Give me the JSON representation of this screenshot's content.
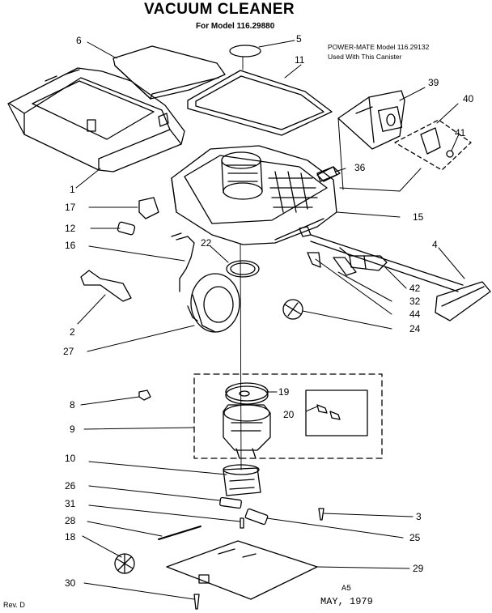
{
  "header": {
    "title": "VACUUM CLEANER",
    "model_line": "For Model 116.29880",
    "powermate_line1": "POWER-MATE Model 116.29132",
    "powermate_line2": "Used With This Canister"
  },
  "footer": {
    "rev": "Rev. D",
    "code": "A5",
    "date": "MAY, 1979"
  },
  "callouts": [
    {
      "key": "p6",
      "label": "6"
    },
    {
      "key": "p5",
      "label": "5"
    },
    {
      "key": "p11",
      "label": "11"
    },
    {
      "key": "p39",
      "label": "39"
    },
    {
      "key": "p40",
      "label": "40"
    },
    {
      "key": "p41",
      "label": "41"
    },
    {
      "key": "p1",
      "label": "1"
    },
    {
      "key": "p36",
      "label": "36"
    },
    {
      "key": "p17",
      "label": "17"
    },
    {
      "key": "p15",
      "label": "15"
    },
    {
      "key": "p12",
      "label": "12"
    },
    {
      "key": "p16",
      "label": "16"
    },
    {
      "key": "p22",
      "label": "22"
    },
    {
      "key": "p4",
      "label": "4"
    },
    {
      "key": "p42",
      "label": "42"
    },
    {
      "key": "p32",
      "label": "32"
    },
    {
      "key": "p44",
      "label": "44"
    },
    {
      "key": "p24",
      "label": "24"
    },
    {
      "key": "p2",
      "label": "2"
    },
    {
      "key": "p27",
      "label": "27"
    },
    {
      "key": "p8",
      "label": "8"
    },
    {
      "key": "p19",
      "label": "19"
    },
    {
      "key": "p20",
      "label": "20"
    },
    {
      "key": "p9",
      "label": "9"
    },
    {
      "key": "p10",
      "label": "10"
    },
    {
      "key": "p26",
      "label": "26"
    },
    {
      "key": "p31",
      "label": "31"
    },
    {
      "key": "p3",
      "label": "3"
    },
    {
      "key": "p28",
      "label": "28"
    },
    {
      "key": "p25",
      "label": "25"
    },
    {
      "key": "p18",
      "label": "18"
    },
    {
      "key": "p29",
      "label": "29"
    },
    {
      "key": "p30",
      "label": "30"
    }
  ]
}
